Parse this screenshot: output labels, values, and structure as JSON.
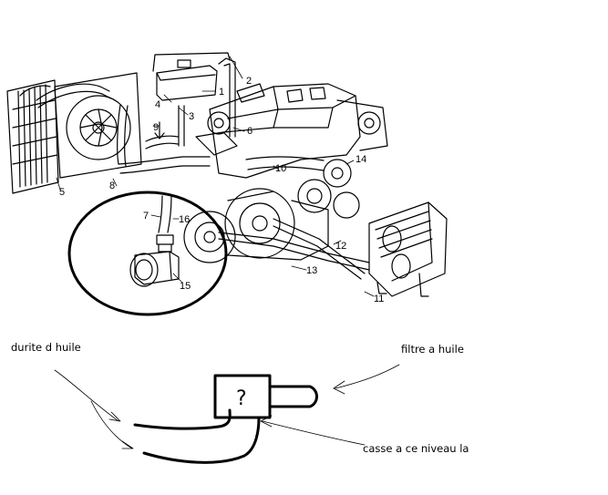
{
  "callouts": {
    "c1": "1",
    "c2": "2",
    "c3": "3",
    "c4": "4",
    "c5": "5",
    "c6": "6",
    "c7": "7",
    "c8": "8",
    "c9": "9",
    "c10": "10",
    "c11": "11",
    "c12": "12",
    "c13": "13",
    "c14": "14",
    "c15": "15",
    "c16": "16"
  },
  "annotations": {
    "durite": "durite d huile",
    "filtre": "filtre a huile",
    "casse": "casse a ce niveau la",
    "question_mark": "?"
  }
}
